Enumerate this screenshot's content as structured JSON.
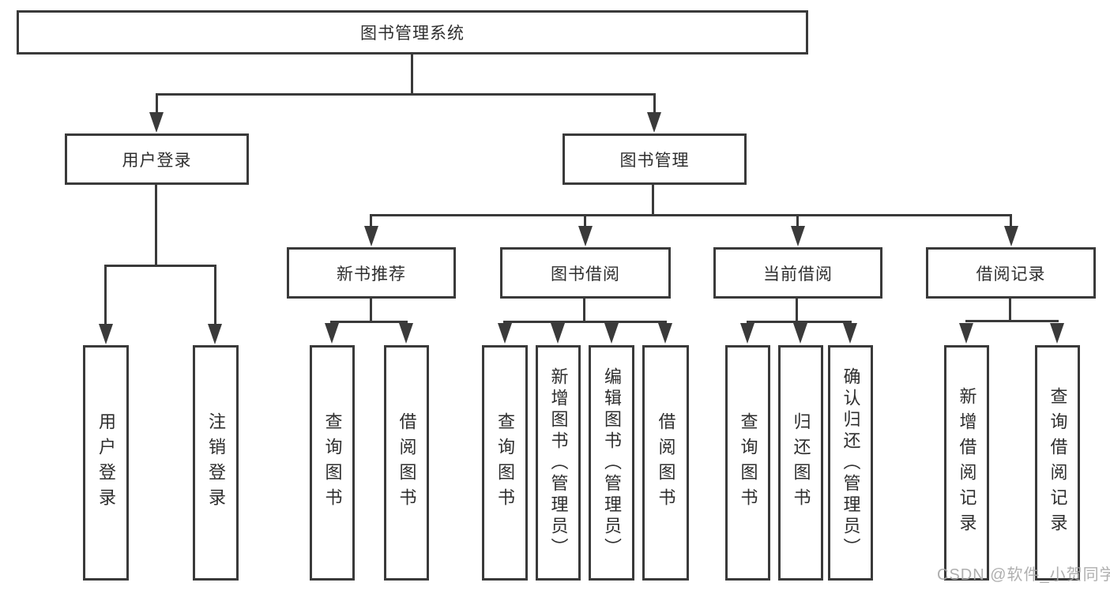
{
  "diagram": {
    "root": {
      "label": "图书管理系统"
    },
    "branches": [
      {
        "label": "用户登录",
        "children": [
          {
            "label": "用户登录"
          },
          {
            "label": "注销登录"
          }
        ]
      },
      {
        "label": "图书管理",
        "children": [
          {
            "label": "新书推荐",
            "children": [
              {
                "label": "查询图书"
              },
              {
                "label": "借阅图书"
              }
            ]
          },
          {
            "label": "图书借阅",
            "children": [
              {
                "label": "查询图书"
              },
              {
                "label": "新增图书（管理员）"
              },
              {
                "label": "编辑图书（管理员）"
              },
              {
                "label": "借阅图书"
              }
            ]
          },
          {
            "label": "当前借阅",
            "children": [
              {
                "label": "查询图书"
              },
              {
                "label": "归还图书"
              },
              {
                "label": "确认归还（管理员）"
              }
            ]
          },
          {
            "label": "借阅记录",
            "children": [
              {
                "label": "新增借阅记录"
              },
              {
                "label": "查询借阅记录"
              }
            ]
          }
        ]
      }
    ]
  },
  "watermark": {
    "text": "CSDN @软件_小贺同学"
  },
  "colors": {
    "line": "#3A3A3A",
    "text": "#2E2E2E",
    "watermark": "#A8A8A8",
    "background": "#FFFFFF"
  }
}
